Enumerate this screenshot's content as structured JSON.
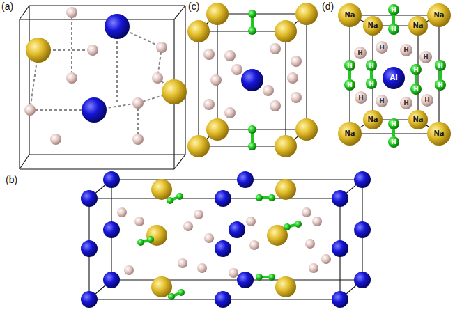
{
  "diagram": {
    "nodes": [
      {
        "text": [
          "Na"
        ]
      },
      {
        "text": [
          "H"
        ]
      },
      {
        "text": [
          "Na"
        ]
      },
      {
        "text": [
          "Na"
        ]
      },
      {
        "text": [
          "Na"
        ]
      },
      {
        "text": [
          "H"
        ]
      },
      {
        "text": [
          "H"
        ]
      },
      {
        "text": [
          "H"
        ]
      },
      {
        "text": [
          "H"
        ]
      },
      {
        "text": [
          "H"
        ]
      },
      {
        "text": [
          "H"
        ]
      },
      {
        "text": [
          "H"
        ]
      },
      {
        "text": [
          "H"
        ]
      },
      {
        "text": [
          "H"
        ]
      },
      {
        "text": [
          "Al"
        ]
      },
      {
        "text": [
          "H"
        ]
      },
      {
        "text": [
          "H"
        ]
      },
      {
        "text": [
          "H"
        ]
      },
      {
        "text": [
          "H"
        ]
      },
      {
        "text": [
          "H"
        ]
      },
      {
        "text": [
          "H"
        ]
      },
      {
        "text": [
          "H"
        ]
      },
      {
        "text": [
          "H"
        ]
      },
      {
        "text": [
          "Na"
        ]
      },
      {
        "text": [
          "Na"
        ]
      },
      {
        "text": [
          "H"
        ]
      },
      {
        "text": [
          "Na"
        ]
      },
      {
        "text": [
          "Na"
        ]
      },
      {
        "text": [
          "H"
        ]
      }
    ],
    "edges": [
      {
        "from": 1,
        "to": 5,
        "arrow": "none"
      },
      {
        "from": 10,
        "to": 15,
        "arrow": "none"
      },
      {
        "from": 11,
        "to": 16,
        "arrow": "none"
      },
      {
        "from": 12,
        "to": 17,
        "arrow": "none"
      },
      {
        "from": 13,
        "to": 18,
        "arrow": "none"
      },
      {
        "from": 25,
        "to": 28,
        "arrow": "none"
      }
    ],
    "labels": [
      "(a)",
      "(b)",
      "(c)",
      "(d)"
    ]
  }
}
